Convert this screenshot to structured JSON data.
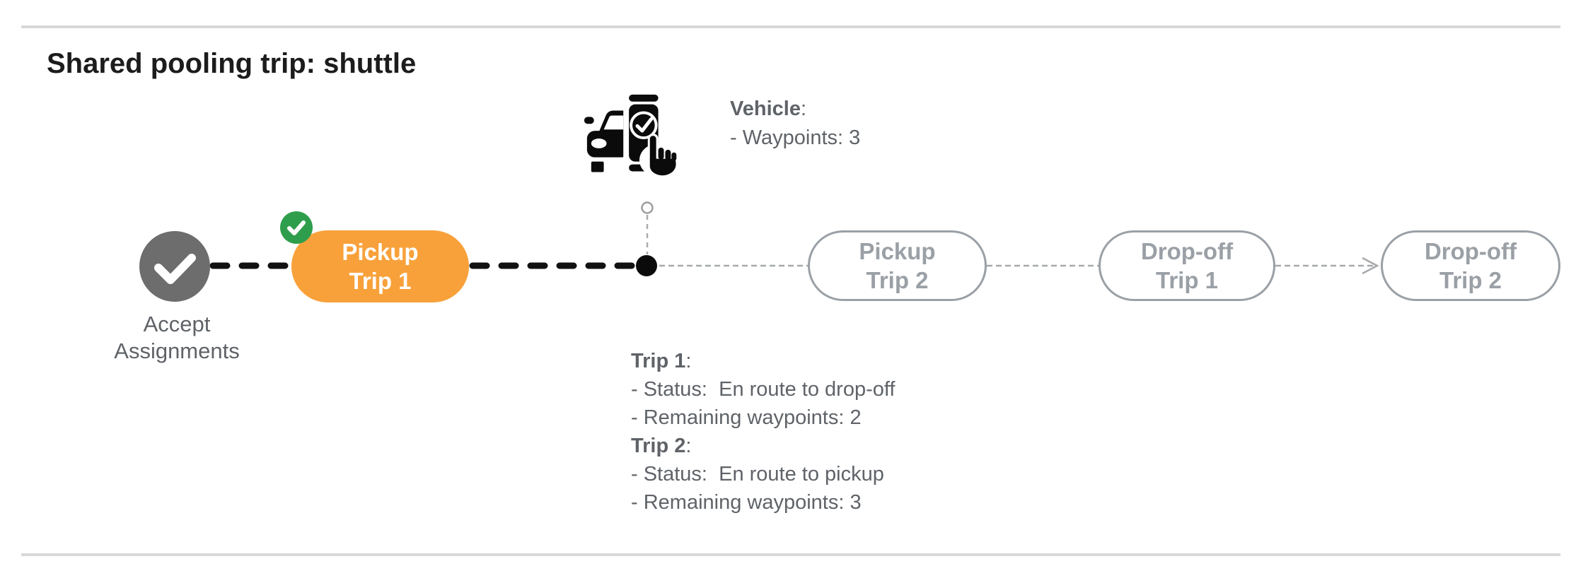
{
  "page": {
    "title": "Shared pooling trip: shuttle"
  },
  "punct": {
    "colon": ":"
  },
  "colors": {
    "active_orange": "#F8A13A",
    "success_green": "#2F9E4C",
    "start_node_gray": "#6D6D6D",
    "pending_gray": "#9AA0A6",
    "text_gray": "#5F6368",
    "title_black": "#1C1C1C",
    "divider_gray": "#D8D8D8",
    "connector_black": "#111111",
    "connector_gray": "#A6A9AC"
  },
  "icons": {
    "start": "check-circle-icon",
    "completed_badge": "check-badge-icon",
    "vehicle": "autonomous-vehicle-phone-check-icon",
    "current_position": "filled-dot",
    "vehicle_anchor": "open-dot",
    "final_connector": "arrow-right"
  },
  "timeline": {
    "start": {
      "label_line1": "Accept",
      "label_line2": "Assignments"
    },
    "nodes": [
      {
        "line1": "Pickup",
        "line2": "Trip 1",
        "state": "completed-active"
      },
      {
        "line1": "Pickup",
        "line2": "Trip 2",
        "state": "pending"
      },
      {
        "line1": "Drop-off",
        "line2": "Trip 1",
        "state": "pending"
      },
      {
        "line1": "Drop-off",
        "line2": "Trip 2",
        "state": "pending"
      }
    ]
  },
  "vehicle_info": {
    "label": "Vehicle",
    "lines": [
      "- Waypoints: 3"
    ]
  },
  "trip_info": {
    "sections": [
      {
        "label": "Trip 1",
        "lines": [
          "- Status:  En route to drop-off",
          "- Remaining waypoints: 2"
        ]
      },
      {
        "label": "Trip 2",
        "lines": [
          "- Status:  En route to pickup",
          "- Remaining waypoints: 3"
        ]
      }
    ]
  }
}
